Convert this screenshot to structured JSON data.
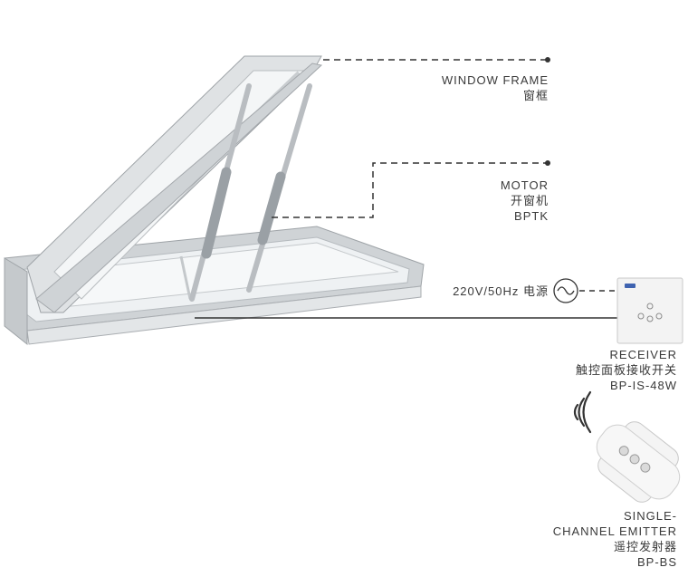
{
  "callouts": {
    "window_frame": {
      "line1": "WINDOW FRAME",
      "line2": "窗框"
    },
    "motor": {
      "line1": "MOTOR",
      "line2": "开窗机",
      "line3": "BPTK"
    },
    "power": {
      "text": "220V/50Hz 电源"
    },
    "receiver": {
      "line1": "RECEIVER",
      "line2": "触控面板接收开关",
      "line3": "BP-IS-48W"
    },
    "emitter": {
      "line1": "SINGLE-",
      "line2": "CHANNEL EMITTER",
      "line3": "遥控发射器",
      "line4": "BP-BS"
    }
  },
  "colors": {
    "line": "#333333",
    "frame": "#d8dadc",
    "frame_dark": "#a9adb1",
    "glass": "#eef1f3",
    "device": "#f2f2f2"
  }
}
